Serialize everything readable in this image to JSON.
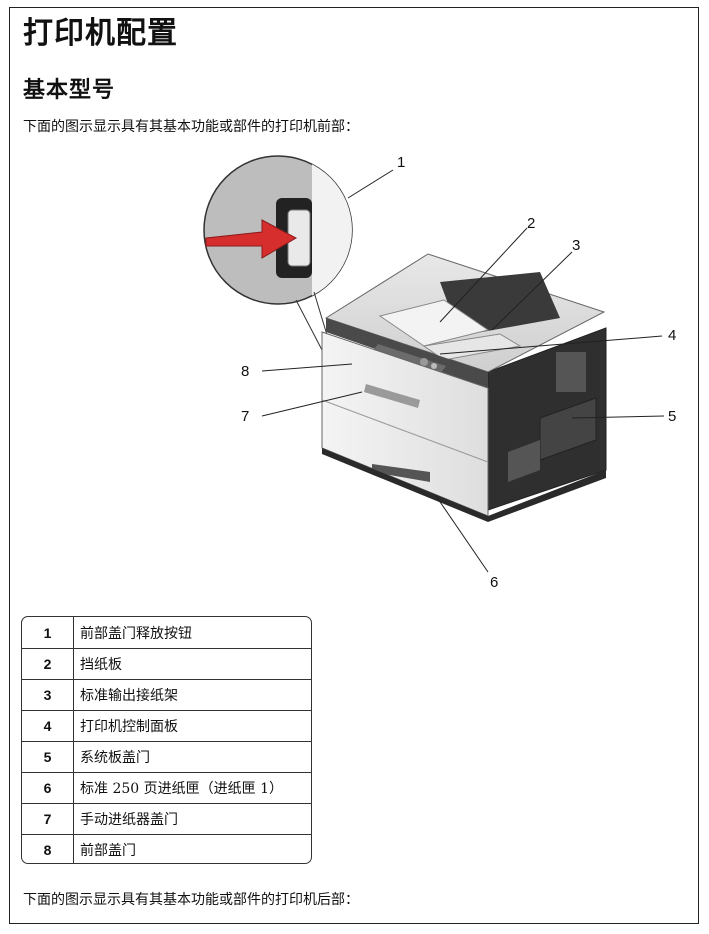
{
  "page": {
    "title": "打印机配置",
    "section_title": "基本型号",
    "intro": "下面的图示显示具有其基本功能或部件的打印机前部：",
    "outro": "下面的图示显示具有其基本功能或部件的打印机后部："
  },
  "figure": {
    "callouts": [
      "1",
      "2",
      "3",
      "4",
      "5",
      "6",
      "7",
      "8"
    ]
  },
  "parts_table": {
    "rows": [
      {
        "num": "1",
        "desc": "前部盖门释放按钮"
      },
      {
        "num": "2",
        "desc": "挡纸板"
      },
      {
        "num": "3",
        "desc": "标准输出接纸架"
      },
      {
        "num": "4",
        "desc": "打印机控制面板"
      },
      {
        "num": "5",
        "desc": "系统板盖门"
      },
      {
        "num": "6",
        "desc": "标准 250 页进纸匣（进纸匣 1）"
      },
      {
        "num": "7",
        "desc": "手动进纸器盖门"
      },
      {
        "num": "8",
        "desc": "前部盖门"
      }
    ]
  },
  "colors": {
    "arrow": "#d62d2d",
    "printer_top": "#d9d9d9",
    "printer_dark": "#3a3a3a"
  }
}
